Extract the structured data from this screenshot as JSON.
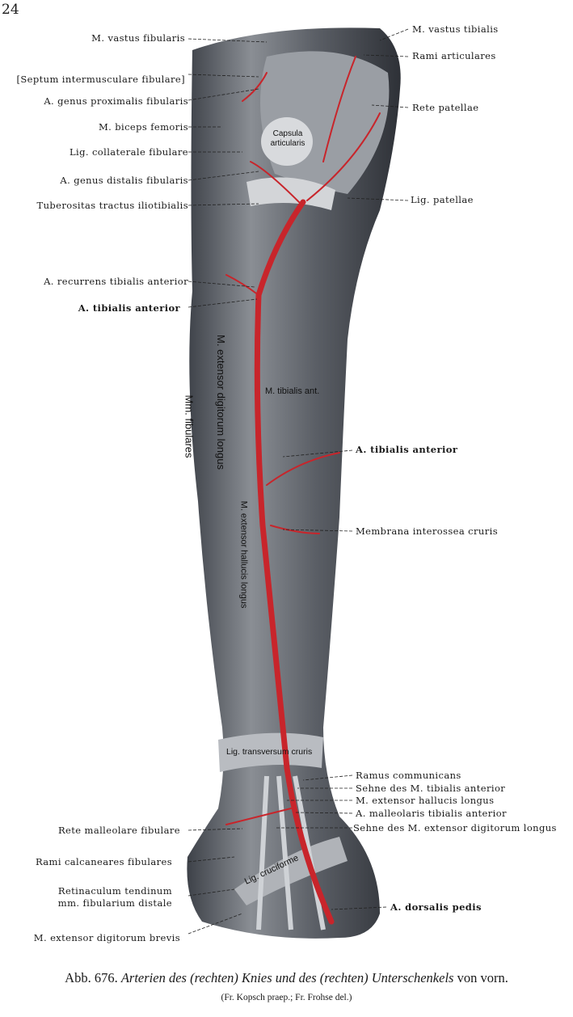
{
  "page_number": "24",
  "figure": {
    "caption_number": "Abb. 676.",
    "caption_title": "Arterien des (rechten) Knies und des (rechten) Unterschenkels",
    "caption_suffix": "von vorn.",
    "credits": "(Fr. Kopsch praep.; Fr. Frohse del.)",
    "inner_labels": {
      "capsula": "Capsula articularis",
      "ext_dig_longus": "M. extensor digitorum longus",
      "fibulares": "Mm. fibulares",
      "tibialis_ant": "M. tibialis ant.",
      "ext_hall_longus": "M. extensor hallucis longus",
      "lig_transversum": "Lig. transversum cruris",
      "lig_cruciforme": "Lig. cruciforme"
    }
  },
  "labels_left": [
    {
      "text": "M. vastus fibularis"
    },
    {
      "text": "[Septum intermusculare fibulare]"
    },
    {
      "text": "A. genus proximalis fibularis"
    },
    {
      "text": "M. biceps femoris"
    },
    {
      "text": "Lig. collaterale fibulare"
    },
    {
      "text": "A. genus distalis fibularis"
    },
    {
      "text": "Tuberositas tractus iliotibialis"
    },
    {
      "text": "A. recurrens tibialis anterior"
    },
    {
      "text": "A. tibialis anterior"
    },
    {
      "text": "Rete malleolare fibulare"
    },
    {
      "text": "Rami calcaneares fibulares"
    },
    {
      "text": "Retinaculum tendinum"
    },
    {
      "text": "mm. fibularium distale"
    },
    {
      "text": "M. extensor digitorum brevis"
    }
  ],
  "labels_right": [
    {
      "text": "M. vastus tibialis"
    },
    {
      "text": "Rami articulares"
    },
    {
      "text": "Rete patellae"
    },
    {
      "text": "Lig. patellae"
    },
    {
      "text": "A. tibialis anterior"
    },
    {
      "text": "Membrana interossea cruris"
    },
    {
      "text": "Ramus communicans"
    },
    {
      "text": "Sehne des M. tibialis anterior"
    },
    {
      "text": "M. extensor hallucis longus"
    },
    {
      "text": "A. malleolaris tibialis anterior"
    },
    {
      "text": "Sehne des M. extensor digitorum longus"
    },
    {
      "text": "A. dorsalis pedis"
    }
  ],
  "colors": {
    "artery": "#c8252b",
    "muscle": "#6b6f76",
    "tendon": "#c9ccd0"
  }
}
